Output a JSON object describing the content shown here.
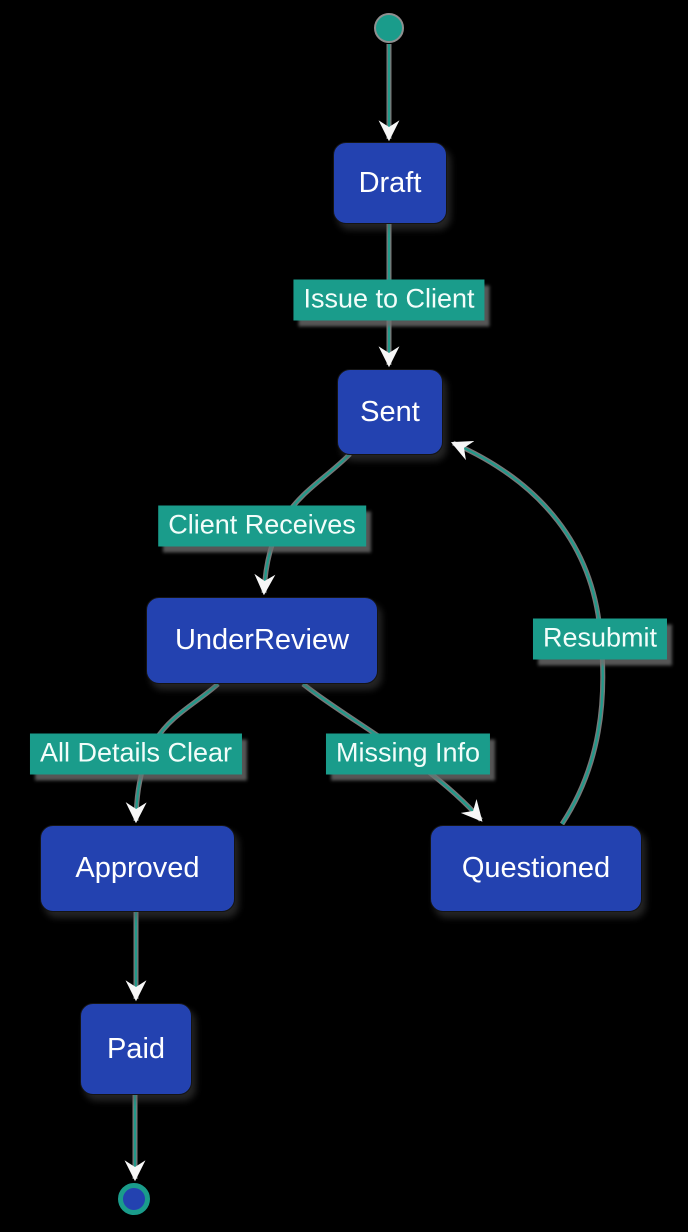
{
  "diagram": {
    "kind": "state-diagram",
    "background": "#000000",
    "colors": {
      "node_fill": "#2342b0",
      "node_text": "#ffffff",
      "label_fill": "#1a9c8b",
      "label_text": "#f2fdfa",
      "edge_line": "#21998a",
      "edge_casing": "#787878",
      "arrowhead": "#f7f7f7",
      "start_fill": "#1a9c8b",
      "start_stroke": "#8f8f8f",
      "end_fill": "#2342b0",
      "end_ring": "#1a9c8b"
    },
    "states": [
      {
        "id": "start",
        "type": "start",
        "label": ""
      },
      {
        "id": "Draft",
        "type": "state",
        "label": "Draft"
      },
      {
        "id": "Sent",
        "type": "state",
        "label": "Sent"
      },
      {
        "id": "UnderReview",
        "type": "state",
        "label": "UnderReview"
      },
      {
        "id": "Approved",
        "type": "state",
        "label": "Approved"
      },
      {
        "id": "Questioned",
        "type": "state",
        "label": "Questioned"
      },
      {
        "id": "Paid",
        "type": "state",
        "label": "Paid"
      },
      {
        "id": "end",
        "type": "end",
        "label": ""
      }
    ],
    "transitions": [
      {
        "from": "start",
        "to": "Draft",
        "label": ""
      },
      {
        "from": "Draft",
        "to": "Sent",
        "label": "Issue to Client"
      },
      {
        "from": "Sent",
        "to": "UnderReview",
        "label": "Client Receives"
      },
      {
        "from": "UnderReview",
        "to": "Approved",
        "label": "All Details Clear"
      },
      {
        "from": "UnderReview",
        "to": "Questioned",
        "label": "Missing Info"
      },
      {
        "from": "Questioned",
        "to": "Sent",
        "label": "Resubmit"
      },
      {
        "from": "Approved",
        "to": "Paid",
        "label": ""
      },
      {
        "from": "Paid",
        "to": "end",
        "label": ""
      }
    ]
  }
}
